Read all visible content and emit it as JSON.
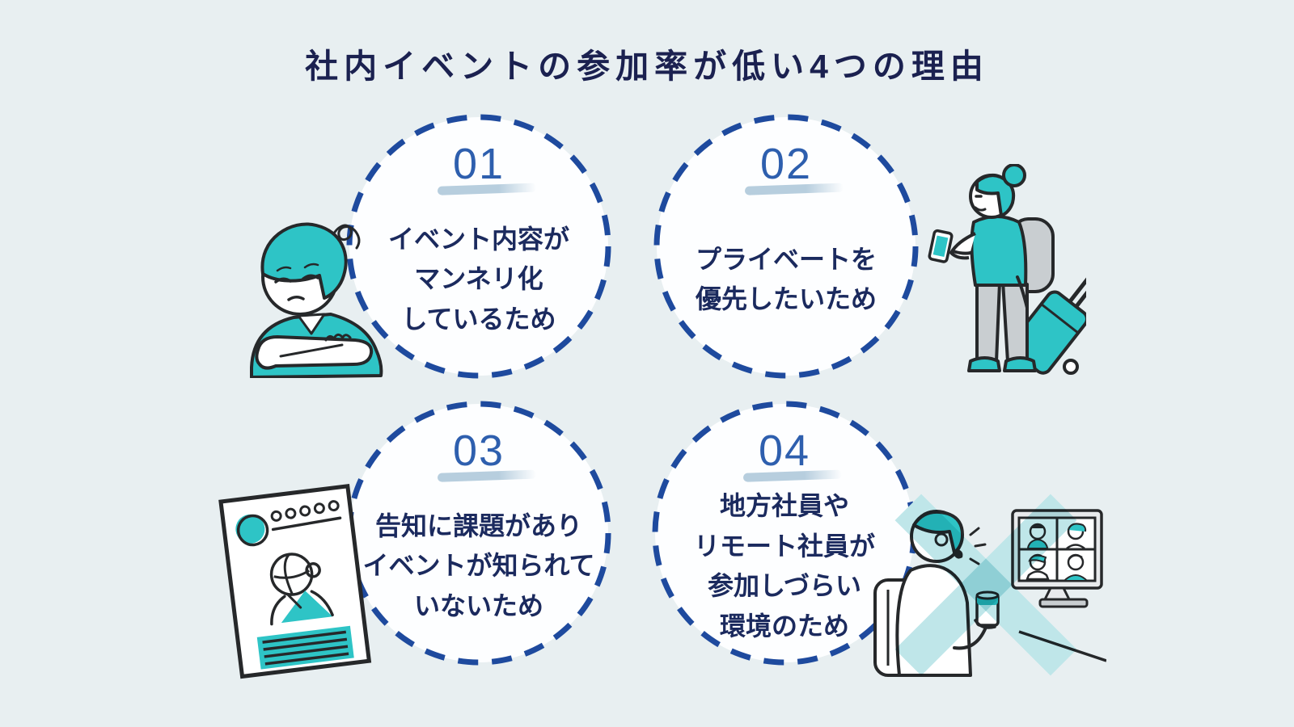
{
  "title": "社内イベントの参加率が低い4つの理由",
  "reasons": [
    {
      "number": "01",
      "text": "イベント内容が\nマンネリ化\nしているため"
    },
    {
      "number": "02",
      "text": "プライベートを\n優先したいため"
    },
    {
      "number": "03",
      "text": "告知に課題があり\nイベントが知られて\nいないため"
    },
    {
      "number": "04",
      "text": "地方社員や\nリモート社員が\n参加しづらい\n環境のため"
    }
  ],
  "illustrations": [
    {
      "name": "worried-person-illustration"
    },
    {
      "name": "traveler-with-suitcase-illustration"
    },
    {
      "name": "event-flyer-illustration"
    },
    {
      "name": "video-call-crossed-out-illustration"
    }
  ],
  "colors": {
    "bg": "#e8eff1",
    "circle-fill": "#fdfeff",
    "navy-dash": "#1e4a9e",
    "title-navy": "#1b2150",
    "text-navy": "#1b2a5e",
    "num-blue": "#2e5fae",
    "brush": "#b7cede",
    "teal": "#2ec4c6",
    "teal-light": "#bfe6e9",
    "line-dark": "#26282a",
    "gray": "#c9ced1"
  }
}
